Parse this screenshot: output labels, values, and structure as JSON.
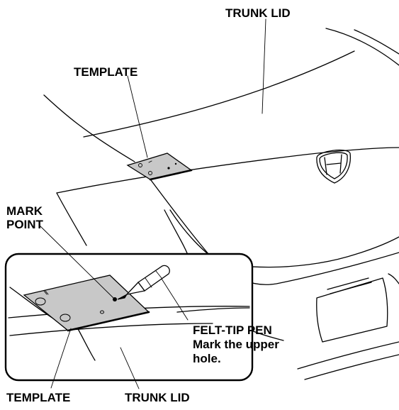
{
  "labels": {
    "trunk_lid_top": "TRUNK LID",
    "template_top": "TEMPLATE",
    "mark_point_line1": "MARK",
    "mark_point_line2": "POINT",
    "felt_tip_line1": "FELT-TIP PEN",
    "felt_tip_line2": "Mark the upper",
    "felt_tip_line3": "hole.",
    "template_bottom": "TEMPLATE",
    "trunk_lid_bottom": "TRUNK LID"
  },
  "icons": {
    "emblem": "honda-h-emblem-icon",
    "pen": "felt-tip-pen-icon"
  },
  "colors": {
    "template_fill": "#c8c8c8",
    "line": "#000000"
  }
}
